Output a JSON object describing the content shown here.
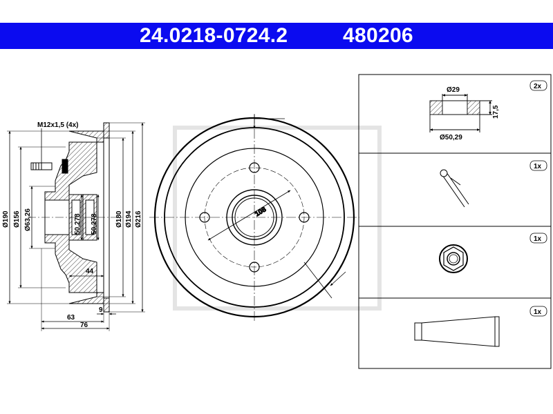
{
  "header": {
    "part_number": "24.0218-0724.2",
    "ref_number": "480206",
    "bar_color": "#0b0bf0"
  },
  "side_view": {
    "thread_label": "M12x1,5 (4x)",
    "dim_190": "Ø190",
    "dim_156": "Ø156",
    "dim_63_26": "Ø63,26",
    "dim_50_278_a": "50,278",
    "dim_50_278_b": "50,278",
    "dim_180": "Ø180",
    "dim_194": "Ø194",
    "dim_216": "Ø216",
    "dim_44": "44",
    "dim_9": "9",
    "dim_63": "63",
    "dim_76": "76"
  },
  "front_view": {
    "pcd_label": "108"
  },
  "parts": [
    {
      "qty": "2x",
      "name": "bearing-seal",
      "dim_top": "Ø29",
      "dim_side": "17,5",
      "dim_bottom": "Ø50,29"
    },
    {
      "qty": "1x",
      "name": "cotter-pin"
    },
    {
      "qty": "1x",
      "name": "hub-nut"
    },
    {
      "qty": "1x",
      "name": "grease-cap"
    }
  ]
}
